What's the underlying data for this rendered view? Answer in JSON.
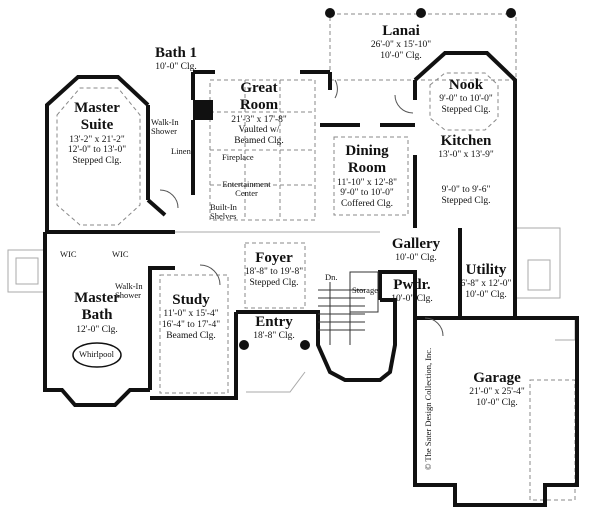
{
  "rooms": {
    "bath1": {
      "name": "Bath 1",
      "ceiling": "10'-0\" Clg."
    },
    "master_suite": {
      "name": "Master Suite",
      "size": "13'-2\" x 21'-2\"",
      "ceiling": "12'-0\" to 13'-0\"",
      "ceiling_type": "Stepped Clg."
    },
    "great_room": {
      "name": "Great Room",
      "size": "21'-3\" x 17'-8\"",
      "ceiling": "Vaulted w/",
      "ceiling_type": "Beamed Clg."
    },
    "lanai": {
      "name": "Lanai",
      "size": "26'-0\" x 15'-10\"",
      "ceiling": "10'-0\" Clg."
    },
    "nook": {
      "name": "Nook",
      "ceiling": "9'-0\" to 10'-0\"",
      "ceiling_type": "Stepped Clg."
    },
    "kitchen": {
      "name": "Kitchen",
      "size": "13'-0\" x 13'-9\"",
      "ceiling": "9'-0\" to 9'-6\"",
      "ceiling_type": "Stepped Clg."
    },
    "dining_room": {
      "name": "Dining Room",
      "size": "11'-10\" x 12'-8\"",
      "ceiling": "9'-0\" to 10'-0\"",
      "ceiling_type": "Coffered Clg."
    },
    "foyer": {
      "name": "Foyer",
      "ceiling": "18'-8\" to 19'-8\"",
      "ceiling_type": "Stepped Clg."
    },
    "gallery": {
      "name": "Gallery",
      "ceiling": "10'-0\" Clg."
    },
    "utility": {
      "name": "Utility",
      "size": "6'-8\" x 12'-0\"",
      "ceiling": "10'-0\" Clg."
    },
    "powder": {
      "name": "Pwdr.",
      "ceiling": "10'-0\" Clg."
    },
    "master_bath": {
      "name": "Master Bath",
      "ceiling": "12'-0\" Clg."
    },
    "study": {
      "name": "Study",
      "size": "11'-0\" x 15'-4\"",
      "ceiling": "16'-4\" to 17'-4\"",
      "ceiling_type": "Beamed Clg."
    },
    "entry": {
      "name": "Entry",
      "ceiling": "18'-8\" Clg."
    },
    "garage": {
      "name": "Garage",
      "size": "21'-0\" x 25'-4\"",
      "ceiling": "10'-0\" Clg."
    }
  },
  "fixtures": {
    "walk_in_shower_1": "Walk-In Shower",
    "linen": "Linen",
    "fireplace": "Fireplace",
    "entertainment_center": "Entertainment Center",
    "built_in_shelves": "Built-In Shelves",
    "wic_left": "WIC",
    "wic_right": "WIC",
    "walk_in_shower_2": "Walk-In Shower",
    "whirlpool": "Whirlpool",
    "stairs_down": "Dn.",
    "storage": "Storage"
  },
  "copyright": "© The Sater Design Collection, Inc."
}
